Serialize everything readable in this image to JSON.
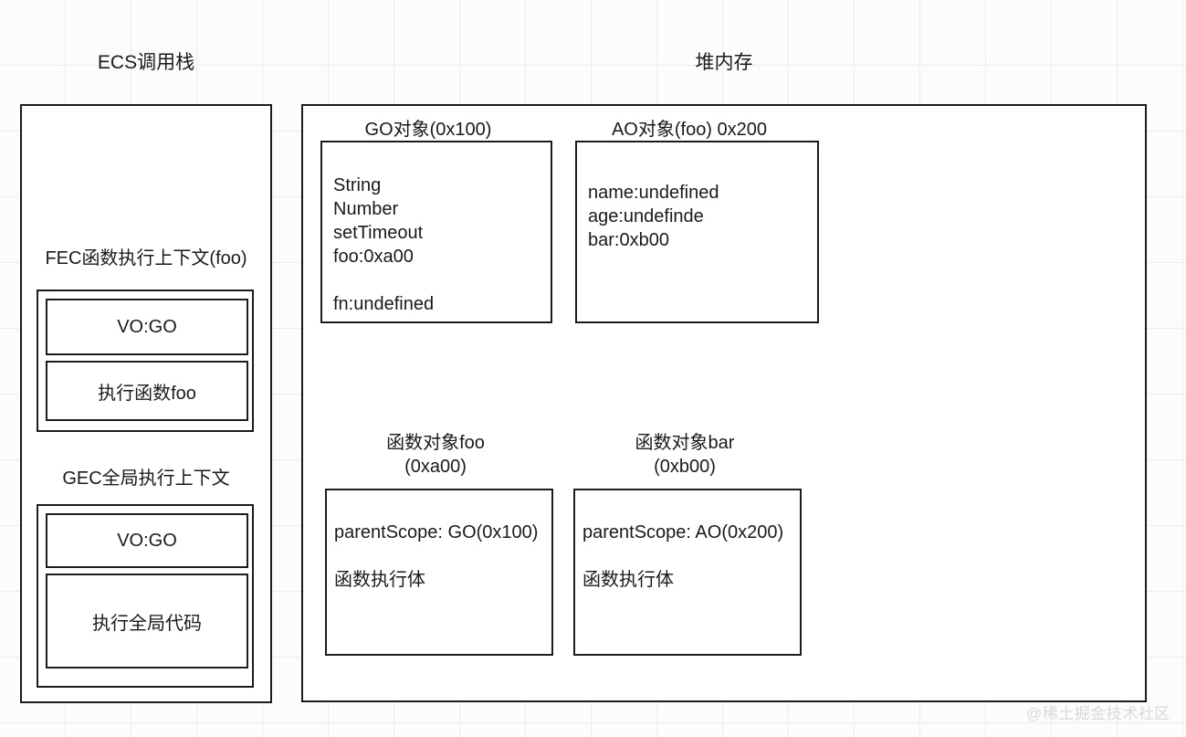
{
  "stack_panel": {
    "title": "ECS调用栈",
    "frames": [
      {
        "caption": "FEC函数执行上下文(foo)",
        "rows": [
          "VO:GO",
          "执行函数foo"
        ]
      },
      {
        "caption": "GEC全局执行上下文",
        "rows": [
          "VO:GO",
          "执行全局代码"
        ]
      }
    ]
  },
  "heap_panel": {
    "title": "堆内存",
    "objects": [
      {
        "caption": "GO对象(0x100)",
        "lines": "String\nNumber\nsetTimeout\nfoo:0xa00\n\nfn:undefined"
      },
      {
        "caption": "AO对象(foo)    0x200",
        "lines": "name:undefined\nage:undefinde\nbar:0xb00"
      },
      {
        "caption": "函数对象foo\n(0xa00)",
        "lines": "parentScope: GO(0x100)\n\n 函数执行体"
      },
      {
        "caption": "函数对象bar\n(0xb00)",
        "lines": "parentScope: AO(0x200)\n\n 函数执行体"
      }
    ]
  },
  "watermark": "@稀土掘金技术社区",
  "colors": {
    "stroke": "#1c1c1c",
    "background": "#fcfcfc",
    "grid": "#ececec",
    "watermark": "#d9d9d9"
  }
}
